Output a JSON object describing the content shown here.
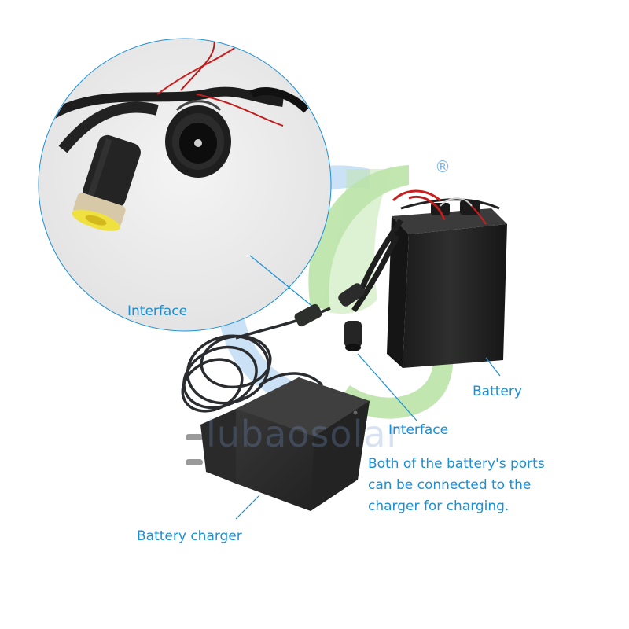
{
  "labels": {
    "interface_top": "Interface",
    "battery": "Battery",
    "interface_bottom": "Interface",
    "charger": "Battery charger"
  },
  "note_lines": [
    "Both of the battery's ports",
    "can be connected to the",
    "charger for charging."
  ],
  "watermark": "lubaosolar",
  "registered_mark": "®",
  "colors": {
    "label_blue": "#1a8fd6",
    "callout_line": "#1a8fd6",
    "logo_blue": "#9ec6ea",
    "logo_green": "#a8dc8a"
  }
}
